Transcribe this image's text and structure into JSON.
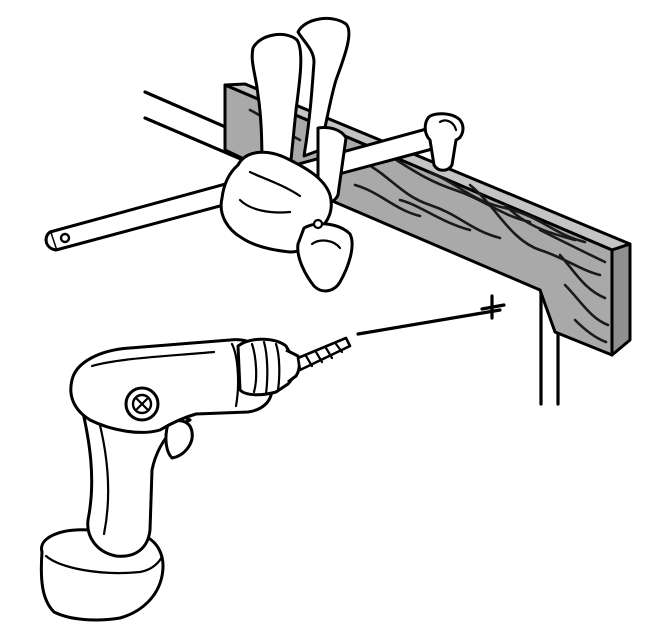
{
  "colors": {
    "background": "#ffffff",
    "outline": "#000000",
    "fill": "#ffffff",
    "wood": "#a9a9a9",
    "wood_grain": "#1a1a1a"
  },
  "elements": [
    "clamp-bar",
    "quick-clamp",
    "wooden-board",
    "wall-panel",
    "cordless-drill",
    "drill-bit",
    "drill-target-mark",
    "drill-path-line"
  ]
}
